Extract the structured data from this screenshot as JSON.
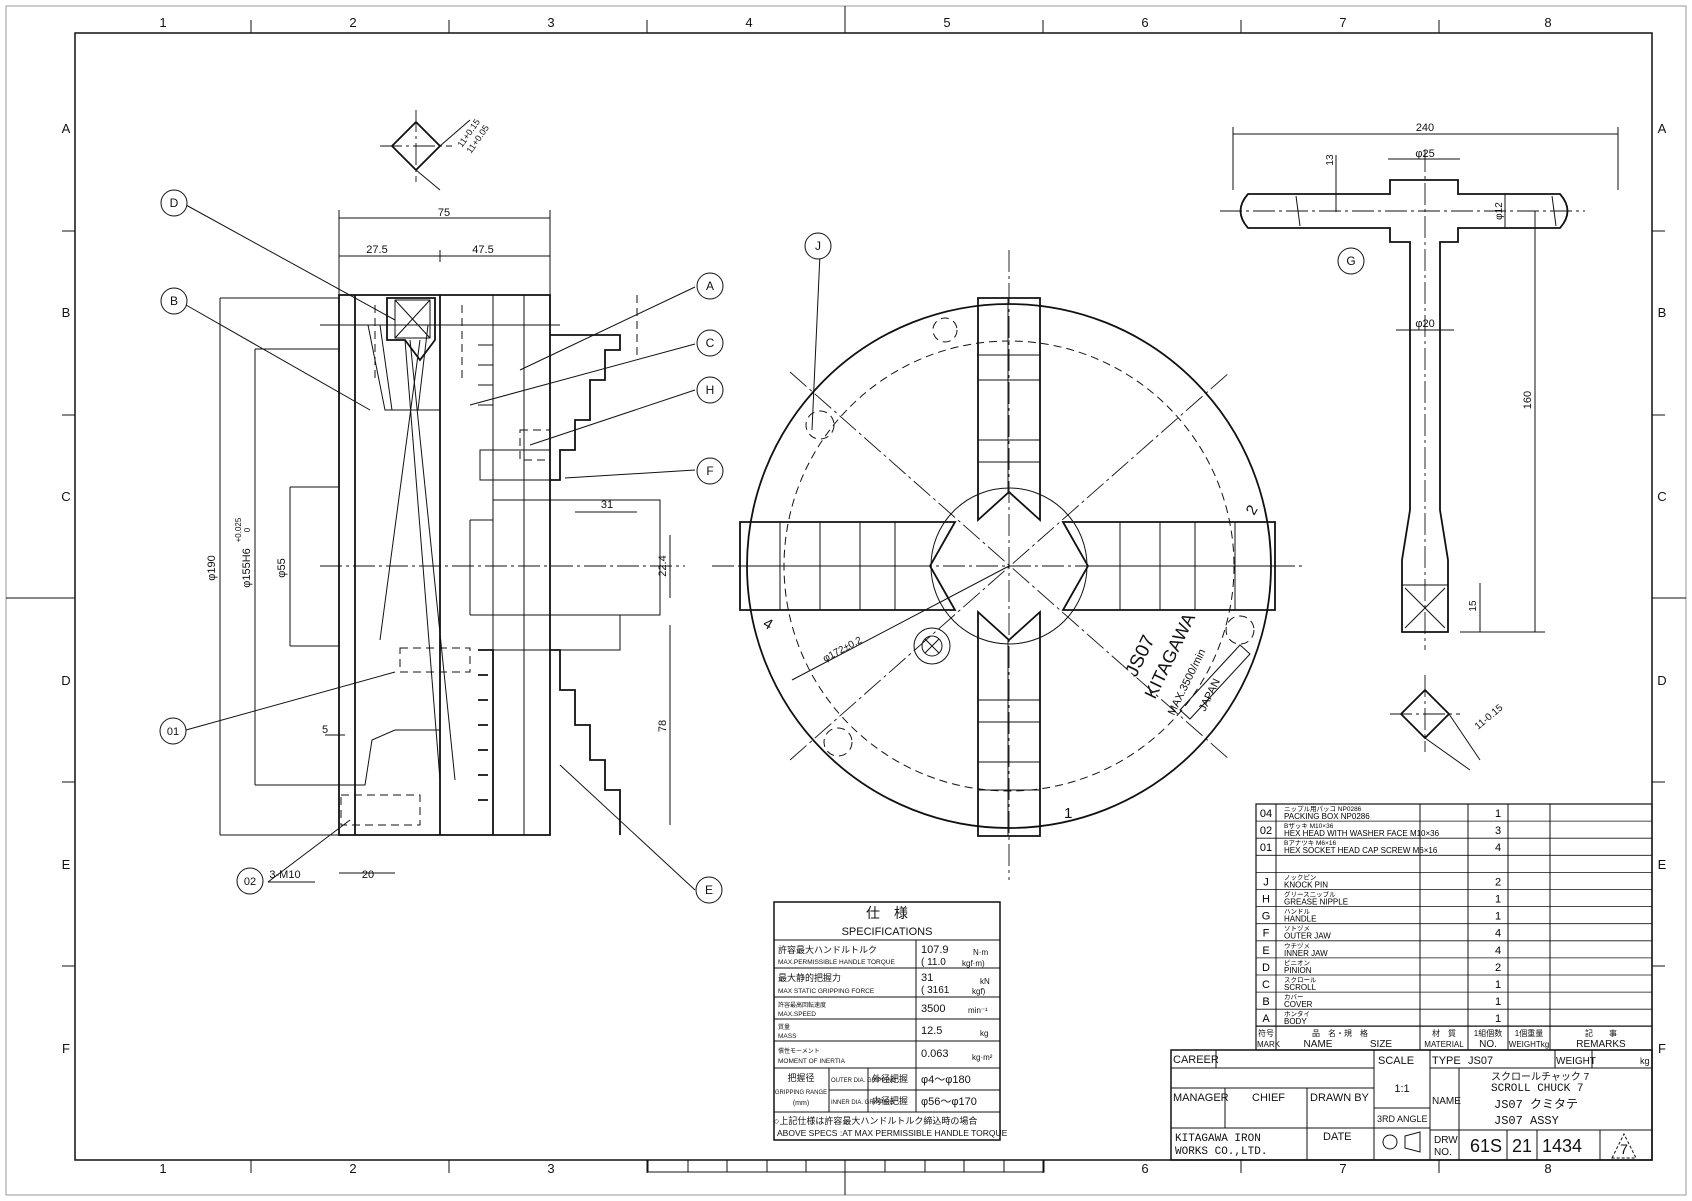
{
  "zone_cols": [
    "1",
    "2",
    "3",
    "4",
    "5",
    "6",
    "7",
    "8"
  ],
  "zone_rows": [
    "A",
    "B",
    "C",
    "D",
    "E",
    "F"
  ],
  "dims": {
    "d75": "75",
    "d27_5": "27.5",
    "d47_5": "47.5",
    "phi190": "φ190",
    "phi155": "φ155H6",
    "phi155_tol_up": "+0.025",
    "phi155_tol_lo": "0",
    "phi55": "φ55",
    "d31": "31",
    "d22_4": "22.4",
    "d78": "78",
    "d5": "5",
    "d20": "20",
    "m10": "3-M10",
    "sq_tol_up": "11+0.15",
    "sq_tol_lo": "11+0.05",
    "phi172": "φ172±0.2",
    "num2": "2",
    "num4": "4",
    "num1": "1",
    "h240": "240",
    "h25": "φ25",
    "h13": "13",
    "h12": "φ12",
    "h20": "φ20",
    "h160": "160",
    "h15": "15",
    "h11": "11-0.15"
  },
  "balloons": {
    "D": "D",
    "B": "B",
    "A": "A",
    "C": "C",
    "H": "H",
    "F": "F",
    "J": "J",
    "G": "G",
    "E": "E",
    "b01": "01",
    "b02": "02"
  },
  "chuck_face": {
    "model": "JS07",
    "brand": "KITAGAWA",
    "speed": "MAX.3500/min",
    "origin": "JAPAN"
  },
  "specs": {
    "title_jp": "仕　様",
    "title_en": "SPECIFICATIONS",
    "rows": [
      {
        "jp": "許容最大ハンドルトルク",
        "en": "MAX.PERMISSIBLE HANDLE TORQUE",
        "v1": "107.9",
        "u1": "N·m",
        "v2": "( 11.0",
        "u2": "kgf·m)"
      },
      {
        "jp": "最大静的把握力",
        "en": "MAX STATIC GRIPPING FORCE",
        "v1": "31",
        "u1": "kN",
        "v2": "( 3161",
        "u2": "kgf)"
      },
      {
        "jp": "許容最高回転速度",
        "en": "MAX.SPEED",
        "v1": "3500",
        "u1": "min⁻¹"
      },
      {
        "jp": "質量",
        "en": "MASS",
        "v1": "12.5",
        "u1": "kg"
      },
      {
        "jp": "慣性モーメント",
        "en": "MOMENT OF INERTIA",
        "v1": "0.063",
        "u1": "kg·m²"
      }
    ],
    "grip_jp": "把握径",
    "grip_en1": "GRIPPING RANGE",
    "grip_en2": "(mm)",
    "outer_en": "OUTER DIA. GRIPPING",
    "outer_jp": "外径把握",
    "outer_val": "φ4～φ180",
    "inner_en": "INNER DIA. GRIPPING",
    "inner_jp": "内径把握",
    "inner_val": "φ56～φ170",
    "note_jp": "○上記仕様は許容最大ハンドルトルク締込時の場合",
    "note_en": "ABOVE SPECS :AT MAX PERMISSIBLE HANDLE TORQUE"
  },
  "parts": [
    {
      "mark": "04",
      "jp": "ニップル用パッコ NP0286",
      "name": "PACKING BOX NP0286",
      "qty": "1"
    },
    {
      "mark": "02",
      "jp": "Bザッキ M10×36",
      "name": "HEX HEAD WITH WASHER FACE M10×36",
      "qty": "3"
    },
    {
      "mark": "01",
      "jp": "Bアナツキ M6×16",
      "name": "HEX SOCKET HEAD CAP SCREW M6×16",
      "qty": "4"
    },
    {
      "mark": "",
      "jp": "",
      "name": "",
      "qty": ""
    },
    {
      "mark": "J",
      "jp": "ノックピン",
      "name": "KNOCK PIN",
      "qty": "2"
    },
    {
      "mark": "H",
      "jp": "グリースニップル",
      "name": "GREASE NIPPLE",
      "qty": "1"
    },
    {
      "mark": "G",
      "jp": "ハンドル",
      "name": "HANDLE",
      "qty": "1"
    },
    {
      "mark": "F",
      "jp": "ソトヅメ",
      "name": "OUTER JAW",
      "qty": "4"
    },
    {
      "mark": "E",
      "jp": "ウチヅメ",
      "name": "INNER JAW",
      "qty": "4"
    },
    {
      "mark": "D",
      "jp": "ピニオン",
      "name": "PINION",
      "qty": "2"
    },
    {
      "mark": "C",
      "jp": "スクロール",
      "name": "SCROLL",
      "qty": "1"
    },
    {
      "mark": "B",
      "jp": "カバー",
      "name": "COVER",
      "qty": "1"
    },
    {
      "mark": "A",
      "jp": "ホンタイ",
      "name": "BODY",
      "qty": "1"
    }
  ],
  "parts_header": {
    "mark_jp": "符号",
    "mark_en": "MARK",
    "name_jp": "品　名・規　格",
    "name_en": "NAME",
    "size_en": "SIZE",
    "mat_jp": "材　質",
    "mat_en": "MATERIAL",
    "no_jp": "1組個数",
    "no_en": "NO.",
    "wt_jp": "1個重量",
    "wt_en": "WEIGHTkg",
    "rem_jp": "記　　事",
    "rem_en": "REMARKS"
  },
  "title_block": {
    "career": "CAREER",
    "scale_label": "SCALE",
    "scale": "1:1",
    "type_label": "TYPE",
    "type": "JS07",
    "weight_label": "WEIGHT",
    "weight_unit": "kg",
    "manager": "MANAGER",
    "chief": "CHIEF",
    "drawn_by": "DRAWN BY",
    "name_label": "NAME",
    "name_jp": "スクロールチャック 7",
    "name_en": "SCROLL CHUCK 7",
    "name_jp2": "JS07 クミタテ",
    "name_en2": "JS07 ASSY",
    "angle": "3RD ANGLE",
    "company1": "KITAGAWA IRON",
    "company2": "WORKS CO.,LTD.",
    "date": "DATE",
    "drw_label1": "DRW",
    "drw_label2": "NO.",
    "drw1": "61S",
    "drw2": "21",
    "drw3": "1434",
    "rev": "7"
  }
}
